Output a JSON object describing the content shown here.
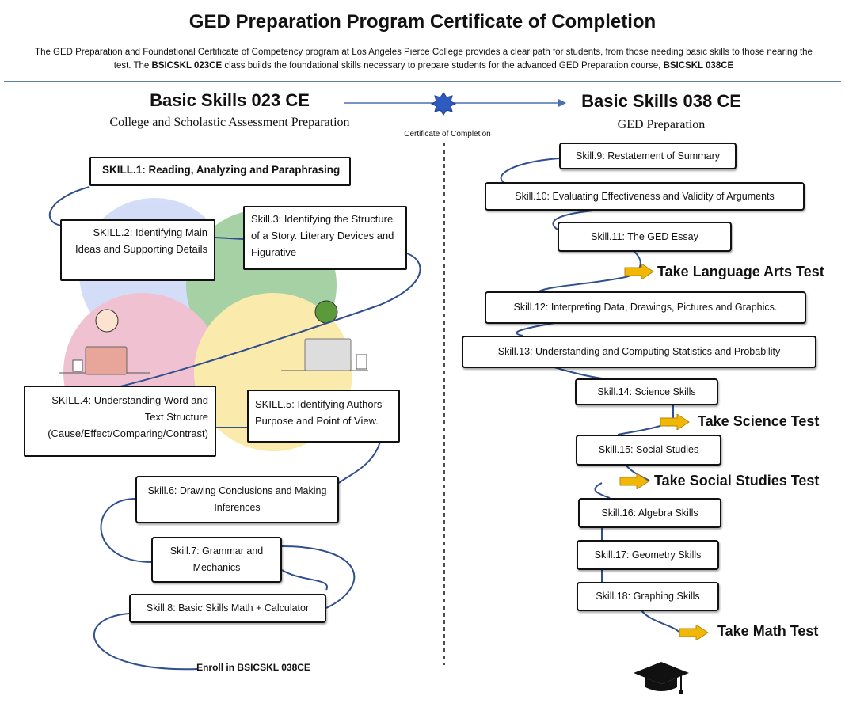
{
  "title": "GED Preparation Program Certificate of Completion",
  "intro": {
    "part1": "The GED Preparation and Foundational Certificate of Competency program at Los Angeles Pierce College provides a clear path for students, from those needing basic skills to those nearing the test. The ",
    "code1": "BSICSKL 023CE",
    "part2": " class builds the foundational skills necessary to prepare students for the advanced GED Preparation course, ",
    "code2": "BSICSKL 038CE"
  },
  "left": {
    "title": "Basic Skills 023 CE",
    "subtitle": "College and Scholastic Assessment Preparation",
    "skills": [
      "SKILL.1: Reading, Analyzing and Paraphrasing",
      "SKILL.2: Identifying Main Ideas and Supporting Details",
      "Skill.3: Identifying the Structure of a Story. Literary Devices and Figurative",
      "SKILL.4: Understanding Word and Text Structure (Cause/Effect/Comparing/Contrast)",
      "SKILL.5: Identifying Authors' Purpose and Point of View.",
      "Skill.6: Drawing Conclusions and Making Inferences",
      "Skill.7: Grammar and Mechanics",
      "Skill.8: Basic Skills Math + Calculator"
    ],
    "enroll": "Enroll in BSICSKL 038CE"
  },
  "certificate": "Certificate of Completion",
  "right": {
    "title": "Basic Skills 038 CE",
    "subtitle": "GED Preparation",
    "skills": [
      "Skill.9: Restatement of Summary",
      "Skill.10: Evaluating Effectiveness and Validity of Arguments",
      "Skill.11: The GED Essay",
      "Skill.12: Interpreting Data, Drawings, Pictures and Graphics.",
      "Skill.13: Understanding and Computing Statistics and Probability",
      "Skill.14: Science Skills",
      "Skill.15: Social Studies",
      "Skill.16: Algebra Skills",
      "Skill.17: Geometry Skills",
      "Skill.18: Graphing Skills"
    ],
    "tests": [
      "Take Language Arts Test",
      "Take Science Test",
      "Take Social Studies Test",
      "Take Math Test"
    ]
  },
  "colors": {
    "line": "#2f4f8f",
    "arrow": "#f2b705",
    "rule": "#5b7fa8"
  }
}
